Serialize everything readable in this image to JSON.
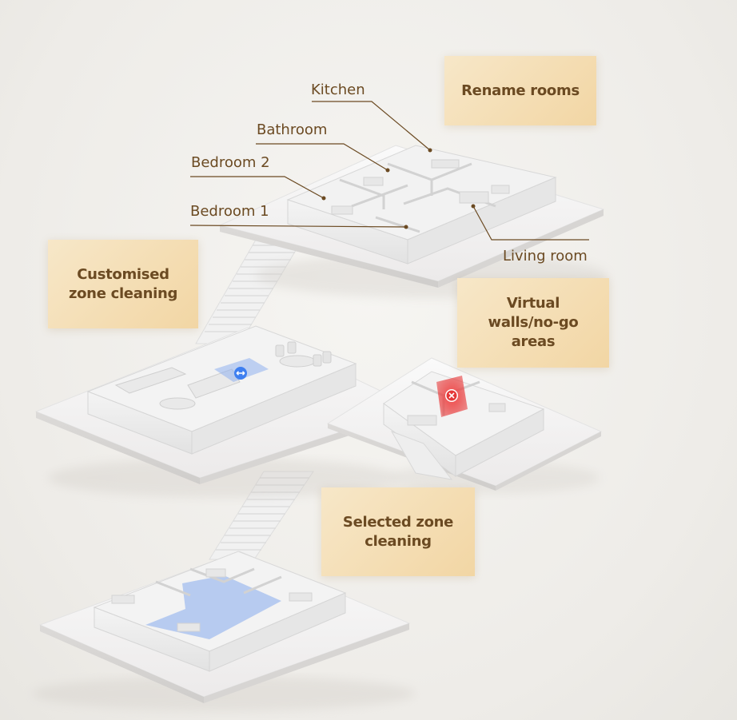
{
  "callouts": {
    "rename_rooms": "Rename rooms",
    "customised_zone": [
      "Customised",
      "zone cleaning"
    ],
    "virtual_walls": [
      "Virtual",
      "walls/no-go",
      "areas"
    ],
    "selected_zone": [
      "Selected zone",
      "cleaning"
    ]
  },
  "room_labels": {
    "kitchen": "Kitchen",
    "bathroom": "Bathroom",
    "bedroom2": "Bedroom 2",
    "bedroom1": "Bedroom 1",
    "living_room": "Living room"
  },
  "colors": {
    "callout_text": "#6b4a22",
    "callout_bg": "#f2d6a4",
    "zone_highlight": "#8fb0ee",
    "no_go_red": "#e53838",
    "leader_line": "#6b4a22"
  },
  "icons": {
    "zone_marker": "move-arrows-icon",
    "no_go_marker": "close-icon"
  }
}
